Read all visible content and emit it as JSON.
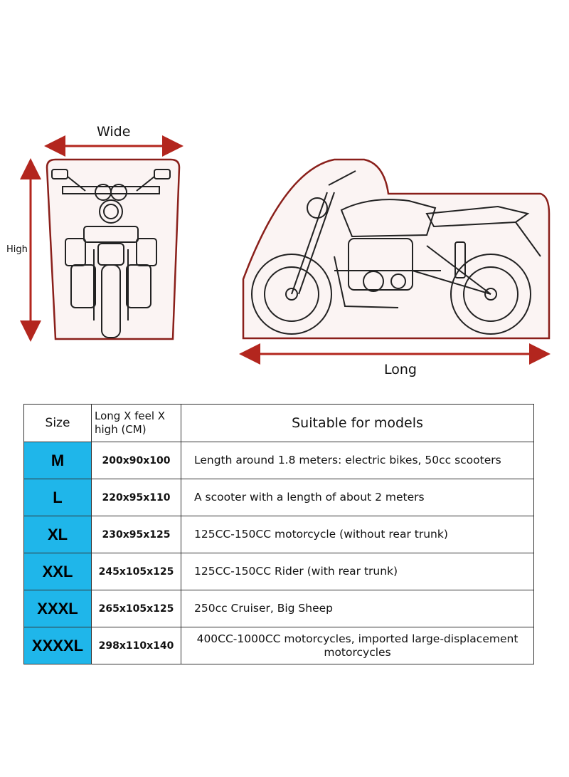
{
  "diagram": {
    "wide_label": "Wide",
    "high_label": "High",
    "long_label": "Long",
    "arrow_color": "#b3261e",
    "icons": [
      "motorcycle-front-view-icon",
      "motorcycle-side-view-icon"
    ]
  },
  "table": {
    "headers": {
      "size": "Size",
      "dimensions_line1": "Long X feel X",
      "dimensions_line2": "high (CM)",
      "models": "Suitable for models"
    },
    "highlight_color": "#1fb6ea",
    "rows": [
      {
        "size": "M",
        "dimensions": "200x90x100",
        "models": "Length around 1.8 meters: electric bikes, 50cc scooters"
      },
      {
        "size": "L",
        "dimensions": "220x95x110",
        "models": "A scooter with a length of about 2 meters"
      },
      {
        "size": "XL",
        "dimensions": "230x95x125",
        "models": "125CC-150CC motorcycle (without rear trunk)"
      },
      {
        "size": "XXL",
        "dimensions": "245x105x125",
        "models": "125CC-150CC Rider (with rear trunk)"
      },
      {
        "size": "XXXL",
        "dimensions": "265x105x125",
        "models": "250cc Cruiser, Big Sheep"
      },
      {
        "size": "XXXXL",
        "dimensions": "298x110x140",
        "models": "400CC-1000CC motorcycles, imported large-displacement motorcycles"
      }
    ]
  }
}
